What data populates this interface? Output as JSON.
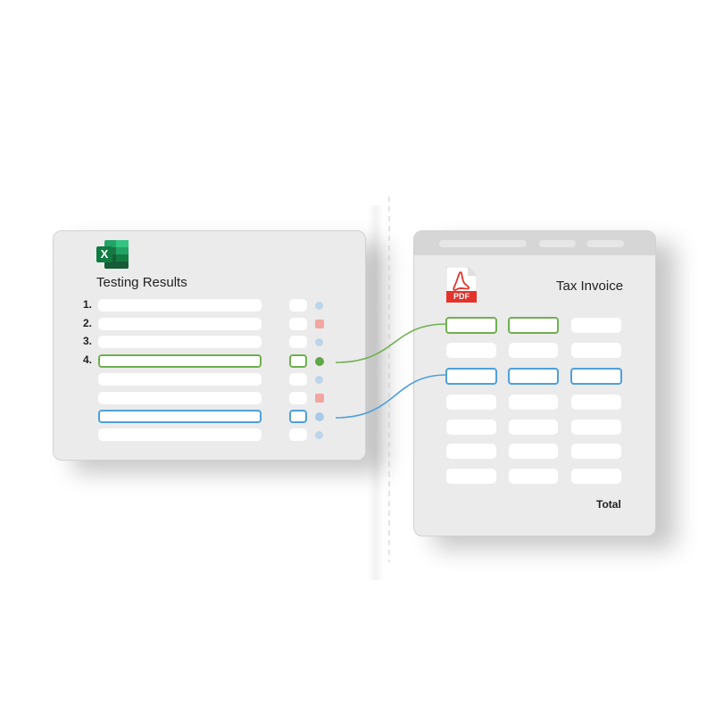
{
  "spreadsheet": {
    "title": "Testing Results",
    "app_icon": "excel-icon",
    "app_icon_letter": "X",
    "row_numbers": [
      "1.",
      "2.",
      "3.",
      "4."
    ],
    "status_markers": [
      "light-blue-dot",
      "red-square",
      "light-blue-dot",
      "green-dot",
      "light-blue-dot",
      "red-square",
      "light-blue-dot",
      "light-blue-dot"
    ]
  },
  "invoice": {
    "title": "Tax Invoice",
    "app_icon": "pdf-icon",
    "app_icon_label": "PDF",
    "total_label": "Total"
  },
  "colors": {
    "panel": "#ebebeb",
    "green": "#6fb04f",
    "blue": "#4f9fdb",
    "status_blue": "#bcd5ea",
    "status_red": "#f2a6a2",
    "status_green": "#5ea845",
    "excel": "#1f7346",
    "pdf": "#e3332a"
  }
}
